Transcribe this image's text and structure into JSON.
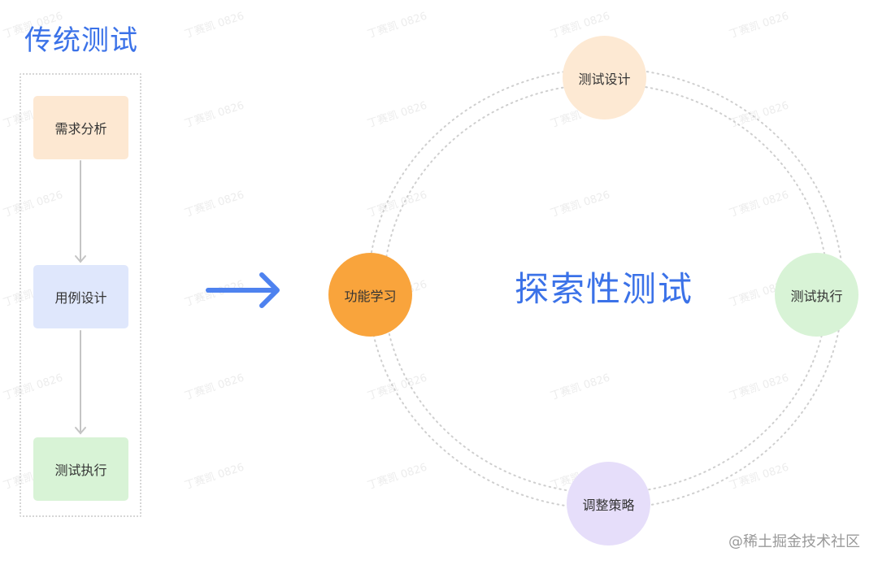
{
  "left_panel": {
    "title": "传统测试",
    "steps": [
      {
        "label": "需求分析",
        "color": "#fde8d2"
      },
      {
        "label": "用例设计",
        "color": "#dfe7fc"
      },
      {
        "label": "测试执行",
        "color": "#d8f3d6"
      }
    ],
    "arrow_color": "#c4c4c4"
  },
  "transition_arrow": {
    "icon": "arrow-right-icon",
    "color": "#4e82ef"
  },
  "right_panel": {
    "title": "探索性测试",
    "nodes": [
      {
        "label": "测试设计",
        "position": "top",
        "color": "#fde9d3"
      },
      {
        "label": "测试执行",
        "position": "right",
        "color": "#d8f3d6"
      },
      {
        "label": "调整策略",
        "position": "bottom",
        "color": "#e6defa"
      },
      {
        "label": "功能学习",
        "position": "left",
        "color": "#f9a43c"
      }
    ],
    "ring_color": "#cfcfcf"
  },
  "watermark_text": "丁赛凯 0826",
  "credit": "@稀土掘金技术社区",
  "colors": {
    "title_blue": "#3b72e8",
    "arrow_blue": "#4e82ef"
  }
}
